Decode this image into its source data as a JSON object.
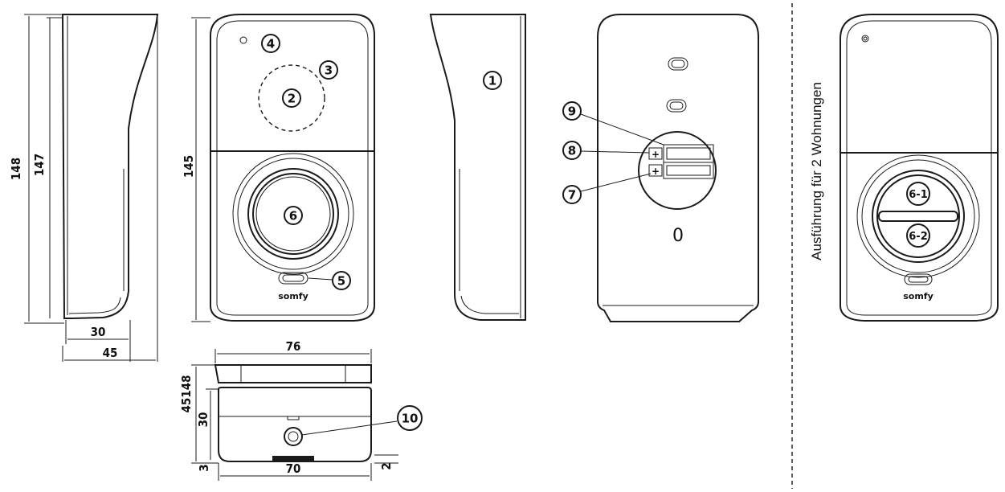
{
  "dimensions": {
    "side_height_outer": "148",
    "side_height_inner": "147",
    "side_depth_base": "30",
    "side_depth_total": "45",
    "front_height": "145",
    "top_width": "76",
    "top_depth_total": "45148",
    "top_depth_body": "30",
    "top_offset_left": "3",
    "top_width_base": "70",
    "top_offset_right": "2"
  },
  "callouts": {
    "c1": "1",
    "c2": "2",
    "c3": "3",
    "c4": "4",
    "c5": "5",
    "c6": "6",
    "c7": "7",
    "c8": "8",
    "c9": "9",
    "c10": "10",
    "c6_1": "6-1",
    "c6_2": "6-2"
  },
  "terminal": {
    "plus_top": "+",
    "plus_bottom": "+"
  },
  "back_mark": "0",
  "brand": "somfy",
  "variant_note": "Ausführung für 2 Wohnungen"
}
